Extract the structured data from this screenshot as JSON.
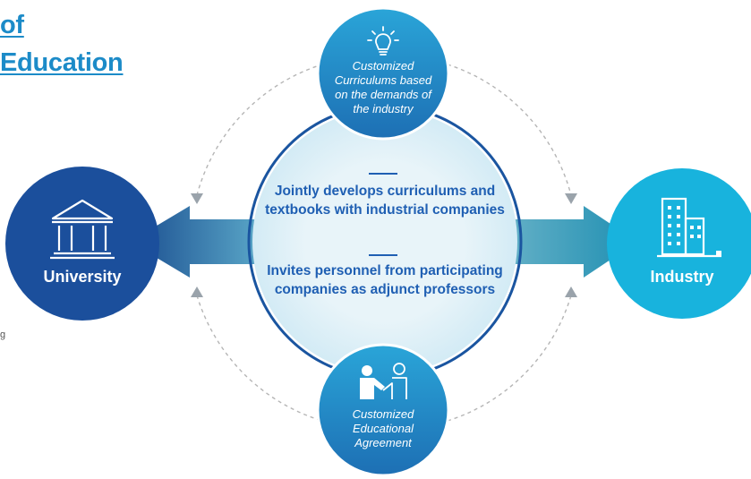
{
  "heading": {
    "line1": "of",
    "line2": "Education"
  },
  "edge_fragment": "g",
  "top_bubble": {
    "icon": "lightbulb-icon",
    "text": "Customized Curriculums based on the demands of the industry"
  },
  "bottom_bubble": {
    "icon": "handshake-icon",
    "text": "Customized Educational Agreement"
  },
  "center": {
    "statement1": "Jointly develops curriculums and textbooks with industrial companies",
    "statement2": "Invites personnel from participating companies as adjunct professors"
  },
  "left_node": {
    "label": "University",
    "icon": "university-building-icon"
  },
  "right_node": {
    "label": "Industry",
    "icon": "office-building-icon"
  },
  "colors": {
    "accent": "#1c8bc8",
    "university": "#1b4f9c",
    "industry": "#18b3dd",
    "center_fill": "#e3f1f8",
    "center_text": "#1f5fb3",
    "dashed": "#b5b5b5"
  }
}
